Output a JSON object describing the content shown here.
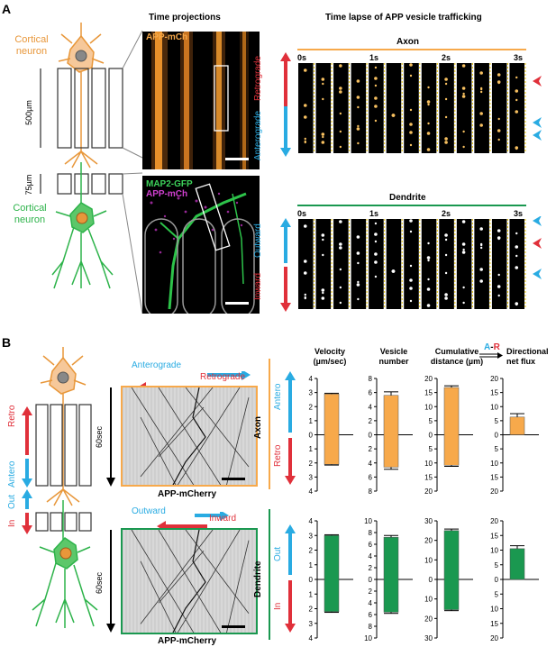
{
  "panelA": {
    "letter": "A",
    "neuron_top": "Cortical\nneuron",
    "neuron_top_l1": "Cortical",
    "neuron_top_l2": "neuron",
    "neuron_bottom_l1": "Cortical",
    "neuron_bottom_l2": "neuron",
    "scale_500": "500µm",
    "scale_75": "75µm",
    "time_projections_title": "Time projections",
    "timelapse_title": "Time lapse of APP vesicle trafficking",
    "img1_label": "APP-mCh",
    "img2_label1": "MAP2-GFP",
    "img2_label2": "APP-mCh",
    "axon_title": "Axon",
    "dendrite_title": "Dendrite",
    "time_ticks": [
      "0s",
      "1s",
      "2s",
      "3s"
    ],
    "retrograde": "Retrograde",
    "anterograde": "Anterograde",
    "outward": "Outward",
    "inward": "Inward"
  },
  "panelB": {
    "letter": "B",
    "retro": "Retro",
    "antero": "Antero",
    "in": "In",
    "out": "Out",
    "kymo_top": {
      "anterograde": "Anterograde",
      "retrograde": "Retrograde",
      "time": "60sec",
      "caption": "APP-mCherry"
    },
    "kymo_bottom": {
      "outward": "Outward",
      "inward": "Inward",
      "time": "60sec",
      "caption": "APP-mCherry"
    },
    "col_titles": [
      [
        "Velocity",
        "(µm/sec)"
      ],
      [
        "Vesicle",
        "number"
      ],
      [
        "Cumulative",
        "distance (µm)"
      ],
      [
        "Directional",
        "net flux"
      ]
    ],
    "ar_label_a": "A",
    "ar_label_dash": "-",
    "ar_label_r": "R",
    "row_axon": "Axon",
    "row_dendrite": "Dendrite",
    "axon_side_up": "Antero",
    "axon_side_down": "Retro",
    "dend_side_up": "Out",
    "dend_side_down": "In"
  },
  "chart_data": [
    {
      "type": "bar",
      "title": "Velocity (µm/sec)",
      "row": "Axon",
      "ticks_up": [
        "4",
        "3",
        "2",
        "1",
        "0"
      ],
      "ticks_down": [
        "1",
        "2",
        "3",
        "4"
      ],
      "ylim": [
        4,
        4
      ],
      "up": 2.9,
      "up_err": 0.05,
      "down": 2.1,
      "down_err": 0.05,
      "color": "#F7A94B"
    },
    {
      "type": "bar",
      "title": "Vesicle number",
      "row": "Axon",
      "ticks_up": [
        "8",
        "6",
        "4",
        "2",
        "0"
      ],
      "ticks_down": [
        "2",
        "4",
        "6",
        "8"
      ],
      "ylim": [
        8,
        8
      ],
      "up": 5.6,
      "up_err": 0.5,
      "down": 4.6,
      "down_err": 0.3,
      "color": "#F7A94B"
    },
    {
      "type": "bar",
      "title": "Cumulative distance (µm)",
      "row": "Axon",
      "ticks_up": [
        "20",
        "15",
        "10",
        "5",
        "0"
      ],
      "ticks_down": [
        "5",
        "10",
        "15",
        "20"
      ],
      "ylim": [
        20,
        20
      ],
      "up": 16.8,
      "up_err": 0.6,
      "down": 10.8,
      "down_err": 0.4,
      "color": "#F7A94B"
    },
    {
      "type": "bar",
      "title": "Directional net flux",
      "row": "Axon",
      "ticks_up": [
        "20",
        "15",
        "10",
        "5",
        "0"
      ],
      "ticks_down": [
        "5",
        "10",
        "15",
        "20"
      ],
      "ylim": [
        20,
        20
      ],
      "up": 6.3,
      "up_err": 1.2,
      "down": 0,
      "down_err": 0,
      "color": "#F7A94B"
    },
    {
      "type": "bar",
      "title": "Velocity (µm/sec)",
      "row": "Dendrite",
      "ticks_up": [
        "4",
        "3",
        "2",
        "1",
        "0"
      ],
      "ticks_down": [
        "1",
        "2",
        "3",
        "4"
      ],
      "ylim": [
        4,
        4
      ],
      "up": 3.0,
      "up_err": 0.05,
      "down": 2.2,
      "down_err": 0.05,
      "color": "#1A9850"
    },
    {
      "type": "bar",
      "title": "Vesicle number",
      "row": "Dendrite",
      "ticks_up": [
        "10",
        "8",
        "6",
        "4",
        "2",
        "0"
      ],
      "ticks_down": [
        "2",
        "4",
        "6",
        "8",
        "10"
      ],
      "ylim": [
        10,
        10
      ],
      "up": 7.2,
      "up_err": 0.3,
      "down": 5.6,
      "down_err": 0.2,
      "color": "#1A9850"
    },
    {
      "type": "bar",
      "title": "Cumulative distance (µm)",
      "row": "Dendrite",
      "ticks_up": [
        "30",
        "20",
        "10",
        "0"
      ],
      "ticks_down": [
        "10",
        "20",
        "30"
      ],
      "ylim": [
        30,
        30
      ],
      "up": 25.0,
      "up_err": 0.8,
      "down": 15.5,
      "down_err": 0.5,
      "color": "#1A9850"
    },
    {
      "type": "bar",
      "title": "Directional net flux",
      "row": "Dendrite",
      "ticks_up": [
        "20",
        "15",
        "10",
        "5",
        "0"
      ],
      "ticks_down": [
        "5",
        "10",
        "15",
        "20"
      ],
      "ylim": [
        20,
        20
      ],
      "up": 10.5,
      "up_err": 1.0,
      "down": 0,
      "down_err": 0,
      "color": "#1A9850"
    }
  ],
  "colors": {
    "orange": "#F7A94B",
    "neuron_orange": "#E8973A",
    "green": "#1A9850",
    "neuron_green": "#2DB34A",
    "blue": "#29ABE2",
    "red": "#E0303A",
    "gray": "#808080"
  }
}
